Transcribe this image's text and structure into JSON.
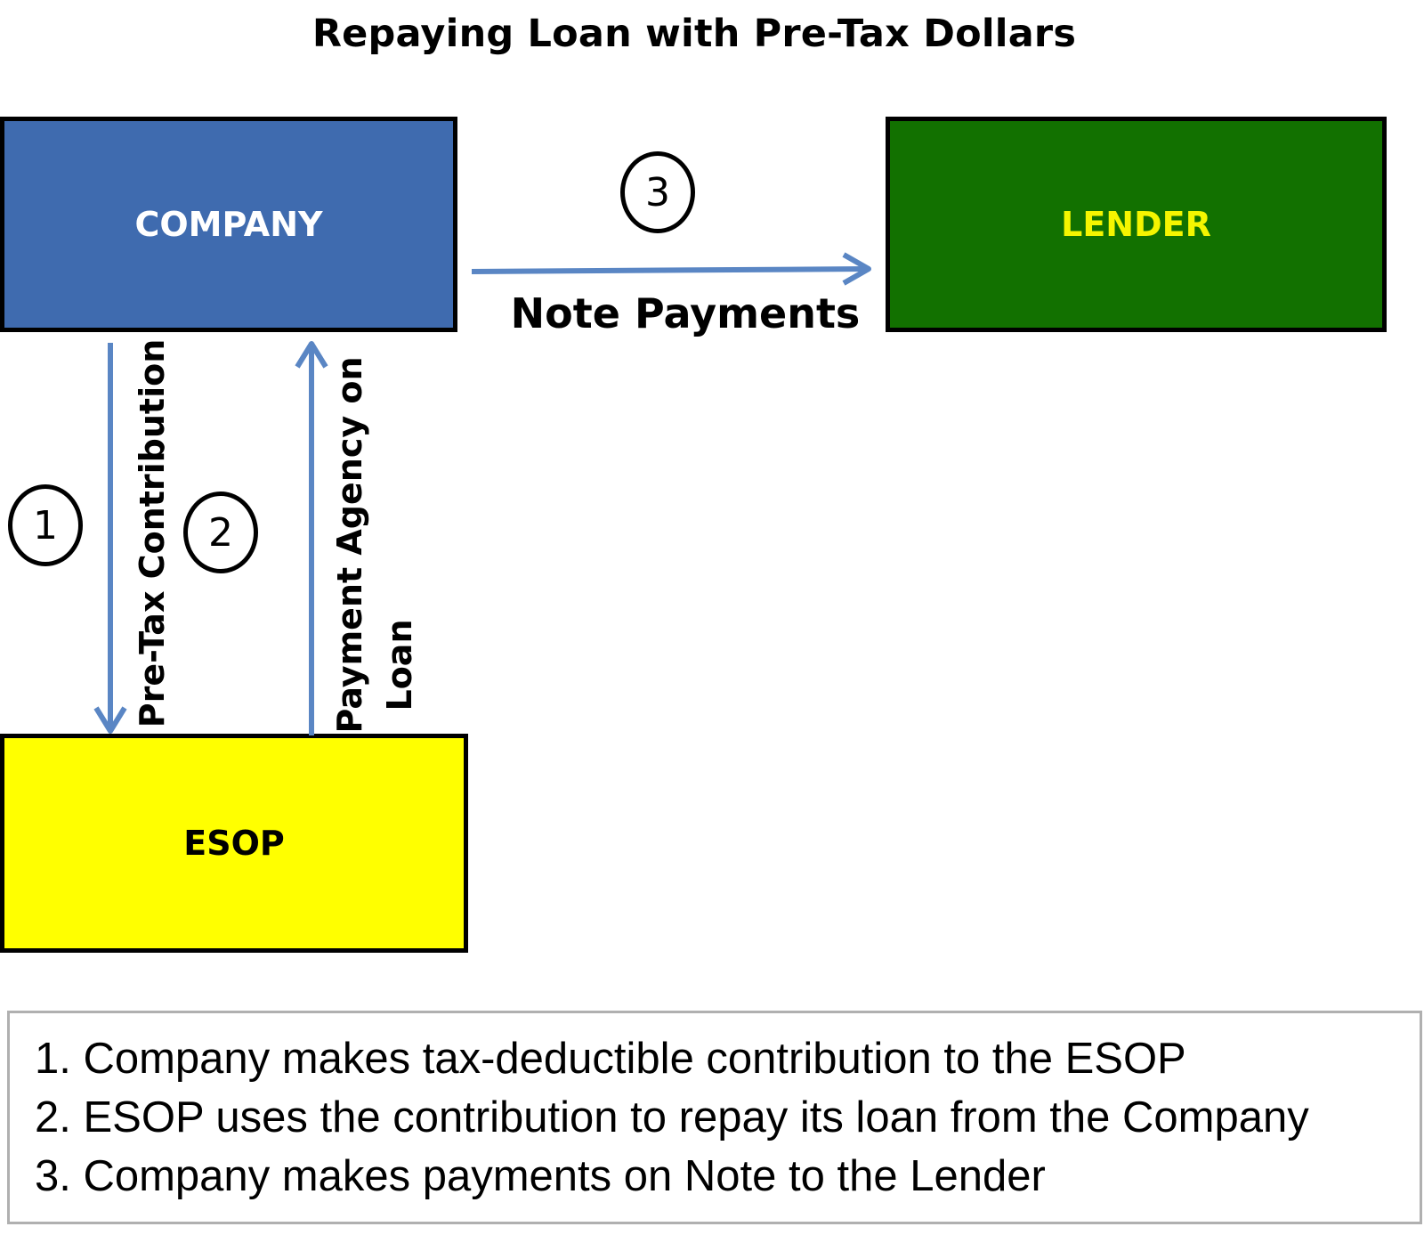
{
  "title": "Repaying Loan with Pre-Tax Dollars",
  "nodes": {
    "company": "COMPANY",
    "lender": "LENDER",
    "esop": "ESOP"
  },
  "edges": {
    "pre_tax_contribution": "Pre-Tax Contribution",
    "payment_agency_line1": "Payment Agency on",
    "payment_agency_line2": "Loan",
    "note_payments": "Note Payments"
  },
  "steps": [
    "1",
    "2",
    "3"
  ],
  "legend": [
    "1. Company makes tax-deductible contribution to the ESOP",
    "2. ESOP uses the contribution to repay its loan from the Company",
    "3. Company makes payments on Note to the Lender"
  ],
  "colors": {
    "company_fill": "#3f6baf",
    "company_text": "#ffffff",
    "lender_fill": "#127100",
    "lender_text": "#f5f500",
    "esop_fill": "#ffff00",
    "esop_text": "#000000",
    "arrow": "#5a86c4"
  }
}
